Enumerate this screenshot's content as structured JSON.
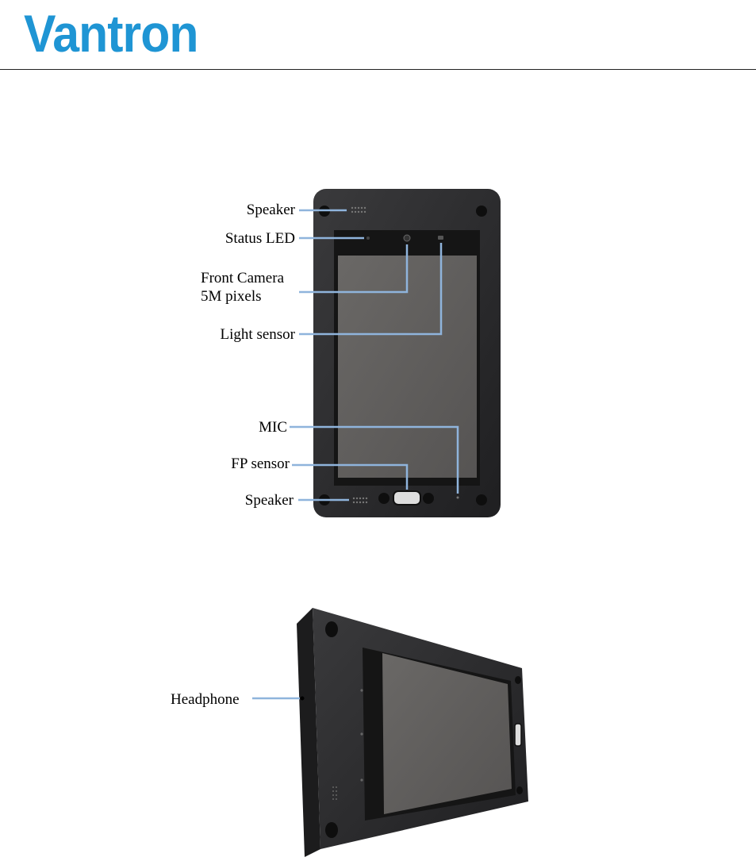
{
  "header": {
    "logo_text": "Vantron"
  },
  "front_view": {
    "labels": {
      "speaker_top": "Speaker",
      "status_led": "Status LED",
      "front_camera_line1": "Front Camera",
      "front_camera_line2": "5M pixels",
      "light_sensor": "Light sensor",
      "mic": "MIC",
      "fp_sensor": "FP sensor",
      "speaker_bottom": "Speaker"
    }
  },
  "side_view": {
    "labels": {
      "headphone": "Headphone"
    }
  },
  "colors": {
    "brand": "#1f95d4",
    "callout_line": "#8fb4dc",
    "device_frame": "#2b2b2d",
    "screen": "#5e5c5b"
  }
}
